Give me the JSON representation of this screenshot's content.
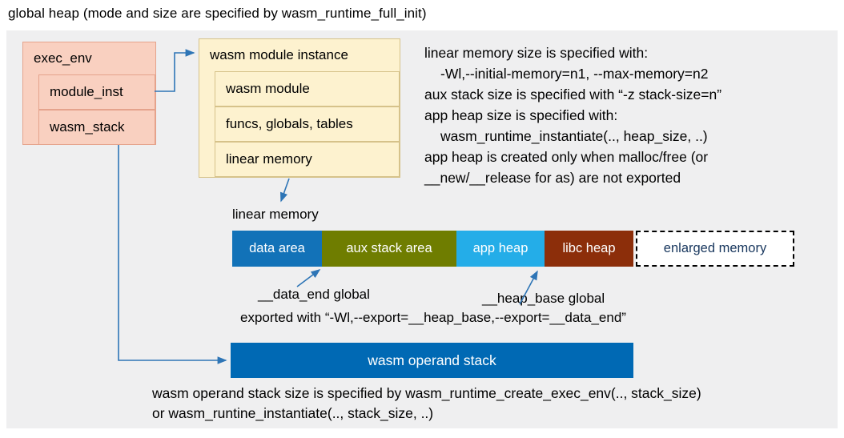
{
  "title": "global heap (mode and size are specified by wasm_runtime_full_init)",
  "exec_env": {
    "label": "exec_env",
    "items": [
      {
        "label": "module_inst"
      },
      {
        "label": "wasm_stack"
      }
    ]
  },
  "module_instance": {
    "label": "wasm module instance",
    "items": [
      {
        "label": "wasm module"
      },
      {
        "label": "funcs, globals, tables"
      },
      {
        "label": "linear memory"
      }
    ]
  },
  "notes": [
    "linear memory size is specified with:",
    "-Wl,--initial-memory=n1, --max-memory=n2",
    "aux stack size is specified with “-z stack-size=n”",
    "app heap size is specified with:",
    "wasm_runtime_instantiate(.., heap_size, ..)",
    "app heap is created only when malloc/free (or",
    "__new/__release for as) are not exported"
  ],
  "memory_bar": {
    "caption": "linear memory",
    "segments": [
      {
        "label": "data area",
        "color": "#1272b8",
        "text": "#ffffff"
      },
      {
        "label": "aux stack area",
        "color": "#6f7d00",
        "text": "#ffffff"
      },
      {
        "label": "app heap",
        "color": "#24ade8",
        "text": "#ffffff"
      },
      {
        "label": "libc heap",
        "color": "#8c2e0a",
        "text": "#ffffff"
      },
      {
        "label": "enlarged memory",
        "color": "#ffffff",
        "text": "#17365d"
      }
    ]
  },
  "annotations": {
    "data_end": "__data_end global",
    "heap_base": "__heap_base global",
    "exported": "exported with “-Wl,--export=__heap_base,--export=__data_end”"
  },
  "operand_stack": {
    "label": "wasm operand stack",
    "color": "#0069b4"
  },
  "bottom_notes": [
    "wasm operand stack size is specified by wasm_runtime_create_exec_env(.., stack_size)",
    "or wasm_runtine_instantiate(.., stack_size, ..)"
  ],
  "colors": {
    "exec_env_fill": "#f9d0c0",
    "module_fill": "#fdf2cf",
    "arrow": "#2e75b6",
    "panel": "#efeff0"
  }
}
